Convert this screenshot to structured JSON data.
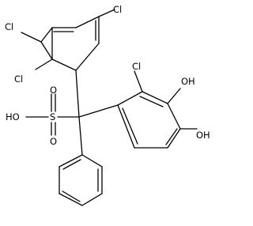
{
  "molecule": {
    "atom_labels": {
      "cl_top": "Cl",
      "cl_upper_left": "Cl",
      "cl_lower_left": "Cl",
      "cl_right_ring": "Cl",
      "oh_upper": "OH",
      "oh_lower": "OH",
      "ho_sulfonic": "HO",
      "sulfur": "S",
      "o_upper": "O",
      "o_lower": "O"
    }
  }
}
